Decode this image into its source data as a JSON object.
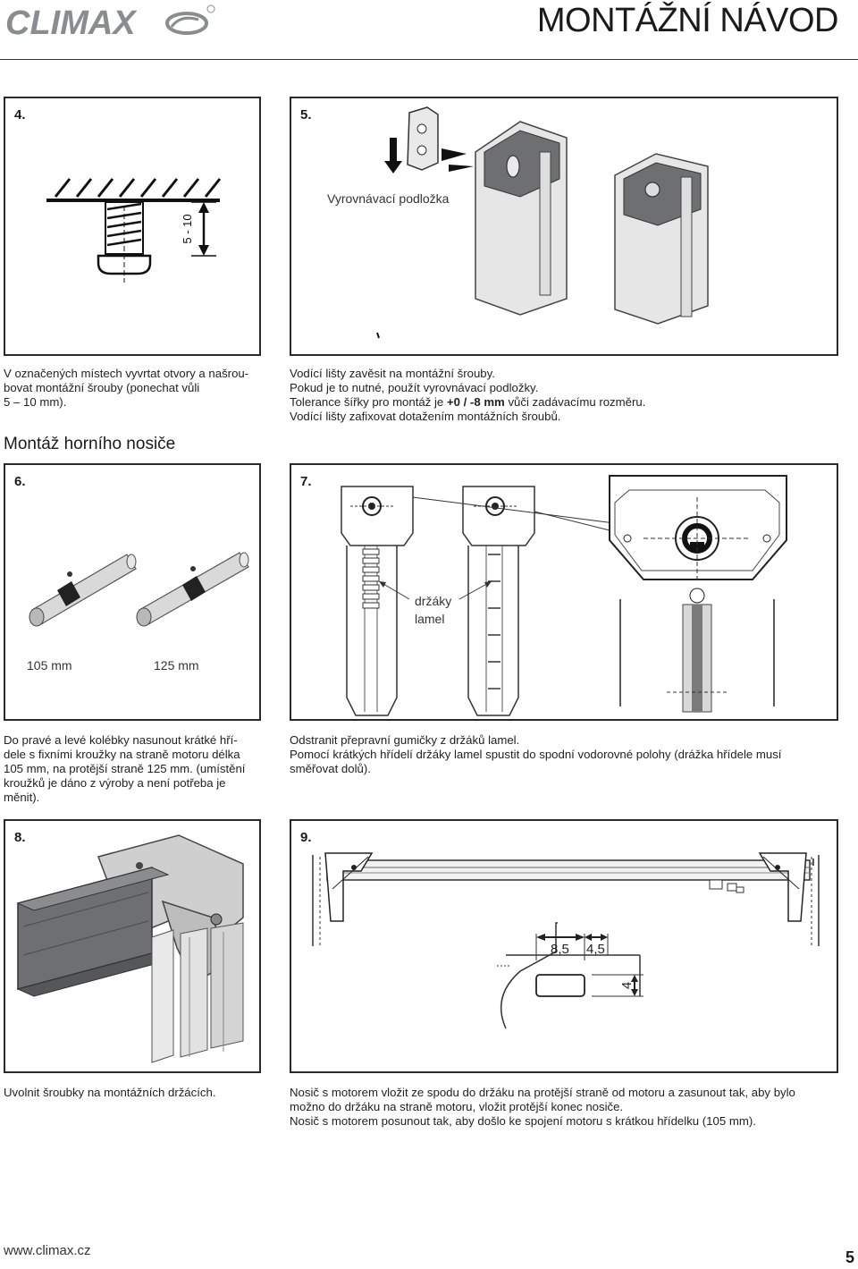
{
  "header": {
    "brand": "CLIMAX",
    "title": "MONTÁŽNÍ NÁVOD"
  },
  "steps": {
    "s4": {
      "number": "4.",
      "dimension": "5 - 10",
      "caption": [
        "V označených místech vyvrtat otvory a našrou-",
        "bovat montážní šrouby (ponechat vůli",
        "5 – 10 mm)."
      ]
    },
    "s5": {
      "number": "5.",
      "label": "Vyrovnávací podložka",
      "caption": [
        "Vodící lišty zavěsit na montážní šrouby.",
        "Pokud je to nutné, použít vyrovnávací podložky."
      ],
      "caption_tol_pre": "Tolerance šířky pro montáž je ",
      "caption_tol_bold": "+0 / -8 mm",
      "caption_tol_post": " vůči zadávacímu rozměru.",
      "caption_last": "Vodící lišty zafixovat dotažením montážních šroubů."
    },
    "section_title": "Montáž horního nosiče",
    "s6": {
      "number": "6.",
      "label_left": "105 mm",
      "label_right": "125 mm",
      "caption": [
        "Do pravé a levé kolébky nasunout krátké hří-",
        "dele s fixními kroužky na straně motoru délka",
        "105 mm, na protější straně 125 mm. (umístění",
        "kroužků je dáno z výroby a není potřeba je",
        "měnit)."
      ]
    },
    "s7": {
      "number": "7.",
      "label_line1": "držáky",
      "label_line2": "lamel",
      "caption": [
        "Odstranit přepravní gumičky z držáků lamel.",
        "Pomocí krátkých hřídelí držáky lamel spustit do spodní vodorovné polohy (drážka hřídele musí",
        "směřovat dolů)."
      ]
    },
    "s8": {
      "number": "8.",
      "caption": [
        "Uvolnit šroubky na montážních držácích."
      ]
    },
    "s9": {
      "number": "9.",
      "dim_a": "8,5",
      "dim_b": "4,5",
      "dim_c": "4",
      "caption": [
        "Nosič s motorem vložit ze spodu do držáku na protější straně od motoru a zasunout tak, aby bylo",
        "možno do držáku na straně motoru, vložit protější konec nosiče.",
        "Nosič s motorem posunout tak, aby došlo ke spojení motoru s krátkou hřídelku (105 mm)."
      ]
    }
  },
  "footer": {
    "url": "www.climax.cz",
    "page": "5"
  },
  "colors": {
    "frame": "#2a2a2a",
    "profile_light": "#e6e6e6",
    "profile_dark": "#6d6f72",
    "metal": "#c8c8c8"
  }
}
